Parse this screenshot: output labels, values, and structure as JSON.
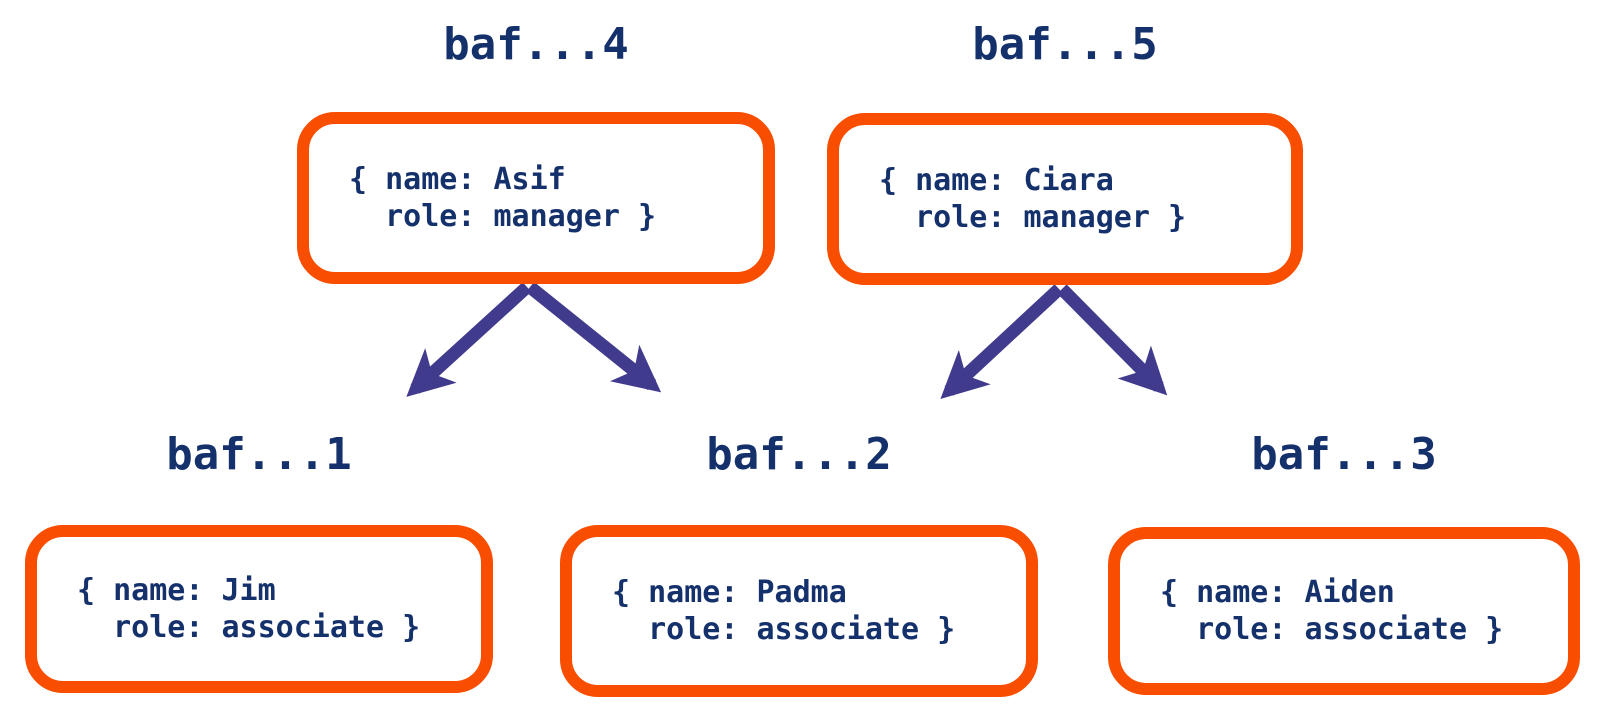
{
  "diagram": {
    "type": "dag-tree",
    "background": "#ffffff",
    "colors": {
      "box_border": "#F94D00",
      "text": "#15316B",
      "arrow": "#403B8C"
    },
    "nodes": [
      {
        "id": "baf...4",
        "label": "baf...4",
        "row": "top",
        "content": "{ name: Asif\n  role: manager }"
      },
      {
        "id": "baf...5",
        "label": "baf...5",
        "row": "top",
        "content": "{ name: Ciara\n  role: manager }"
      },
      {
        "id": "baf...1",
        "label": "baf...1",
        "row": "bottom",
        "content": "{ name: Jim\n  role: associate }"
      },
      {
        "id": "baf...2",
        "label": "baf...2",
        "row": "bottom",
        "content": "{ name: Padma\n  role: associate }"
      },
      {
        "id": "baf...3",
        "label": "baf...3",
        "row": "bottom",
        "content": "{ name: Aiden\n  role: associate }"
      }
    ],
    "edges": [
      {
        "from": "baf...4",
        "to": "baf...1"
      },
      {
        "from": "baf...4",
        "to": "baf...2"
      },
      {
        "from": "baf...5",
        "to": "baf...2"
      },
      {
        "from": "baf...5",
        "to": "baf...3"
      }
    ]
  }
}
